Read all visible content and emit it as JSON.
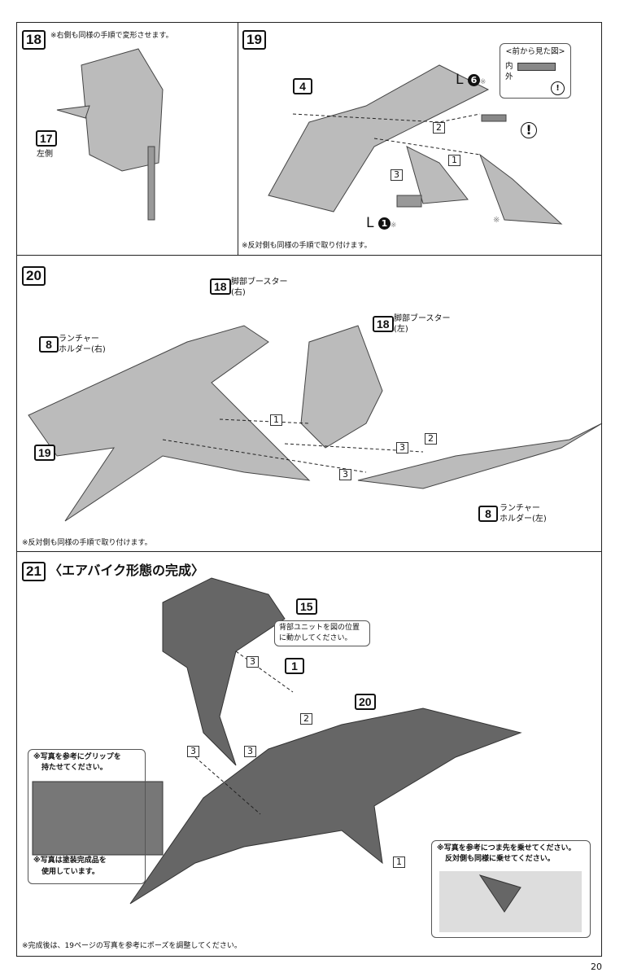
{
  "step18": {
    "number": "18",
    "note": "※右側も同様の手順で変形させます。",
    "part": "17",
    "part_label": "左側"
  },
  "step19": {
    "number": "19",
    "part4": "4",
    "l6_letter": "L",
    "l6_num": "6",
    "asterisk": "※",
    "callout_title": "<前から見た図>",
    "inner": "内",
    "outer": "外",
    "warn": "!",
    "step1": "1",
    "step2": "2",
    "step3": "3",
    "l1_letter": "L",
    "l1_num": "1",
    "note": "※反対側も同様の手順で取り付けます。"
  },
  "step20": {
    "number": "20",
    "booster_r_num": "18",
    "booster_r_label": "脚部ブースター",
    "booster_r_side": "(右)",
    "launcher_r_num": "8",
    "launcher_r_label1": "ランチャー",
    "launcher_r_label2": "ホルダー(右)",
    "booster_l_num": "18",
    "booster_l_label1": "脚部ブースター",
    "booster_l_label2": "(左)",
    "part19": "19",
    "step1": "1",
    "step2": "2",
    "step3a": "3",
    "step3b": "3",
    "launcher_l_num": "8",
    "launcher_l_label1": "ランチャー",
    "launcher_l_label2": "ホルダー(左)",
    "note": "※反対側も同様の手順で取り付けます。"
  },
  "step21": {
    "number": "21",
    "title": "〈エアバイク形態の完成〉",
    "part15": "15",
    "callout15_1": "背部ユニットを図の位置",
    "callout15_2": "に動かしてください。",
    "part1": "1",
    "part20": "20",
    "step3a": "3",
    "step3b": "3",
    "step3c": "3",
    "step2": "2",
    "step1": "1",
    "grip_note1": "※写真を参考にグリップを",
    "grip_note2": "持たせてください。",
    "paint_note1": "※写真は塗装完成品を",
    "paint_note2": "使用しています。",
    "toe_note1": "※写真を参考につま先を乗せてください。",
    "toe_note2": "反対側も同様に乗せてください。",
    "note": "※完成後は、19ページの写真を参考にポーズを調整してください。"
  },
  "page_number": "20"
}
